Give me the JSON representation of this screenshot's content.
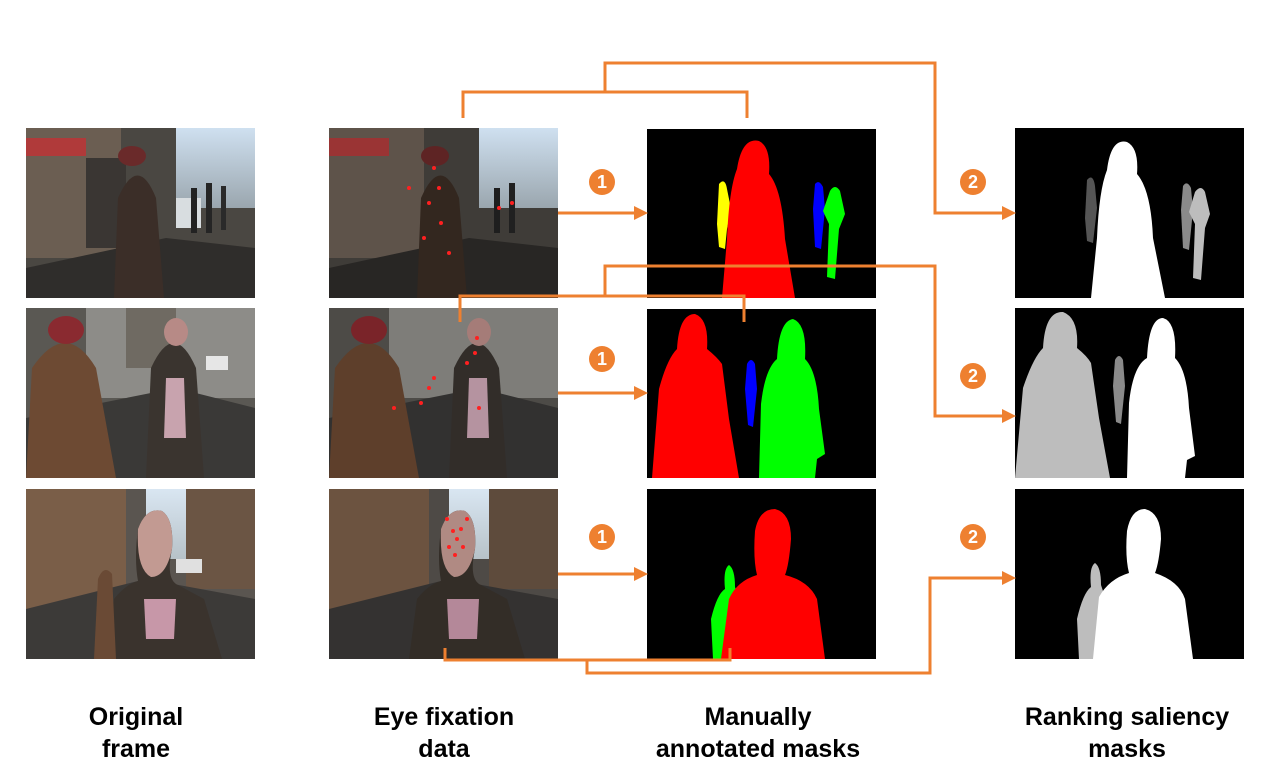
{
  "columns": {
    "original": [
      "Original",
      "frame"
    ],
    "fixation": [
      "Eye fixation",
      "data"
    ],
    "manual": [
      "Manually",
      "annotated masks"
    ],
    "ranking": [
      "Ranking saliency",
      "masks"
    ]
  },
  "steps": {
    "annotate": "1",
    "rank": "2"
  },
  "colors": {
    "connector": "#ee8030",
    "mask_red": "#ff0000",
    "mask_green": "#00ff00",
    "mask_blue": "#0000ff",
    "mask_yellow": "#ffff00",
    "mask_background": "#000000",
    "fixation_point": "#ff2020"
  },
  "rank_levels": {
    "top": "#ffffff",
    "second": "#bdbdbd",
    "third": "#8a8a8a",
    "fourth": "#555555"
  }
}
